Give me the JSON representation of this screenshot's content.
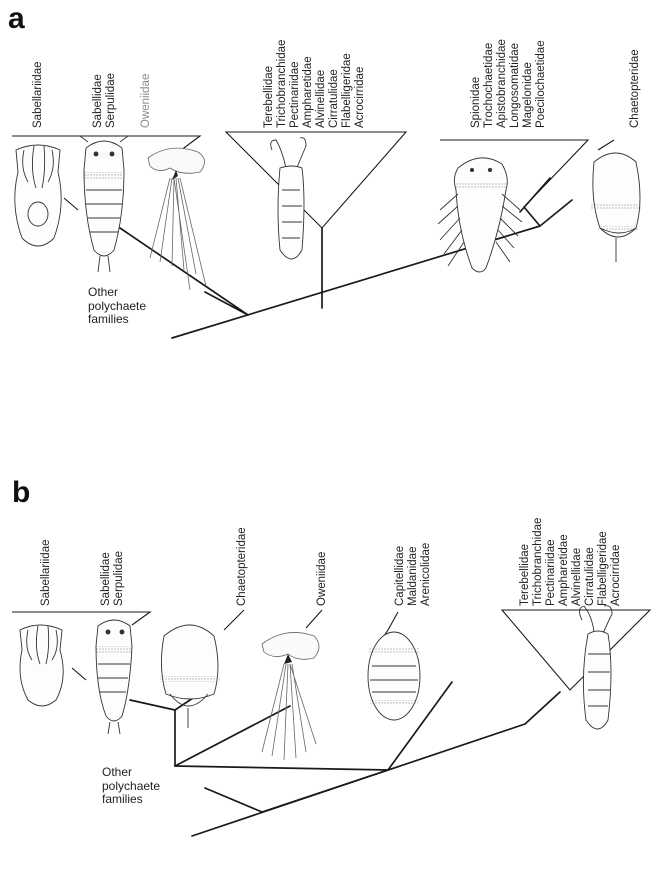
{
  "panel_a": {
    "letter": "a",
    "labels": {
      "sabellariidae": "Sabellariidae",
      "sabellidae": "Sabellidae",
      "serpulidae": "Serpulidae",
      "oweniidae": "Oweniidae",
      "terebellid_group": [
        "Terebellidae",
        "Trichobranchidae",
        "Pectinariidae",
        "Ampharetidae",
        "Alvinellidae",
        "Cirratulidae",
        "Flabelligeridae",
        "Acrocirridae"
      ],
      "spionid_group": [
        "Spionidae",
        "Trochochaetidae",
        "Apistobranchidae",
        "Longosomatidae",
        "Magelonidae",
        "Poecilochaetidae"
      ],
      "chaetopteridae": "Chaetopteridae"
    },
    "other_label": [
      "Other",
      "polychaete",
      "families"
    ]
  },
  "panel_b": {
    "letter": "b",
    "labels": {
      "sabellariidae": "Sabellariidae",
      "sabellidae": "Sabellidae",
      "serpulidae": "Serpulidae",
      "chaetopteridae": "Chaetopteridae",
      "oweniidae": "Oweniidae",
      "capitellid_group": [
        "Capitellidae",
        "Maldanidae",
        "Arenicolidae"
      ],
      "terebellid_group": [
        "Terebellidae",
        "Trichobranchidae",
        "Pectinariidae",
        "Ampharetidae",
        "Alvinellidae",
        "Cirratulidae",
        "Flabelligeridae",
        "Acrocirridae"
      ]
    },
    "other_label": [
      "Other",
      "polychaete",
      "families"
    ]
  }
}
